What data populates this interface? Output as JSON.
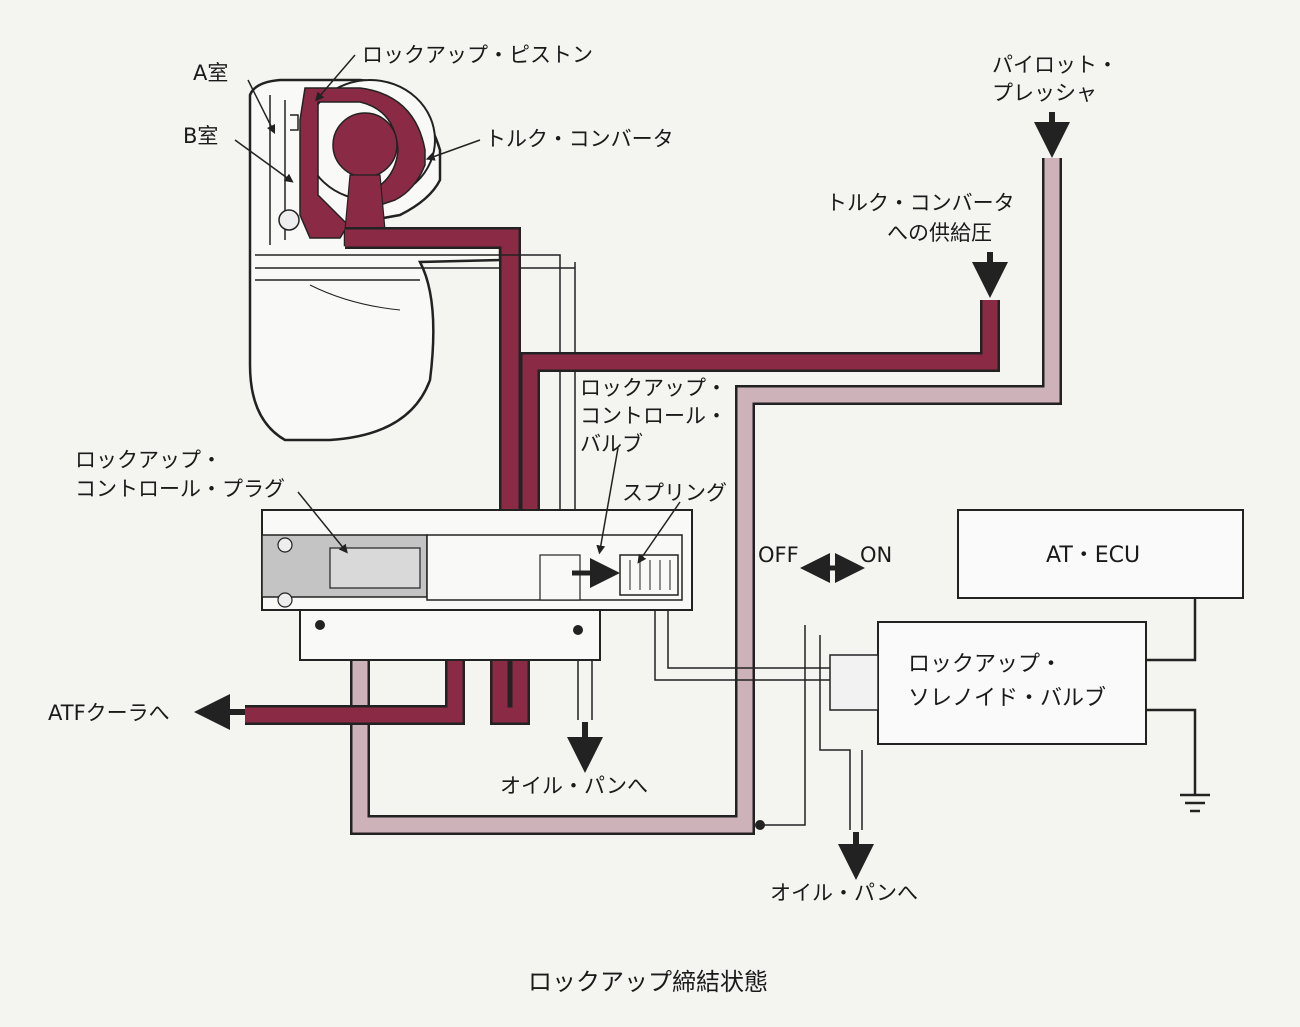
{
  "labels": {
    "chamber_a": "A室",
    "chamber_b": "B室",
    "lockup_piston": "ロックアップ・ピストン",
    "torque_converter": "トルク・コンバータ",
    "pilot_pressure_1": "パイロット・",
    "pilot_pressure_2": "プレッシャ",
    "tc_supply_1": "トルク・コンバータ",
    "tc_supply_2": "への供給圧",
    "control_valve_1": "ロックアップ・",
    "control_valve_2": "コントロール・",
    "control_valve_3": "バルブ",
    "control_plug_1": "ロックアップ・",
    "control_plug_2": "コントロール・プラグ",
    "spring": "スプリング",
    "off": "OFF",
    "on": "ON",
    "at_ecu": "AT・ECU",
    "solenoid_1": "ロックアップ・",
    "solenoid_2": "ソレノイド・バルブ",
    "atf_cooler": "ATFクーラへ",
    "oil_pan_1": "オイル・パンへ",
    "oil_pan_2": "オイル・パンへ"
  },
  "caption": "ロックアップ締結状態",
  "colors": {
    "oil_dark": "#8a2a45",
    "oil_light": "#cdb3b9",
    "plug_grey": "#c4c4c4",
    "line": "#222222",
    "background": "#f4f4f1"
  }
}
